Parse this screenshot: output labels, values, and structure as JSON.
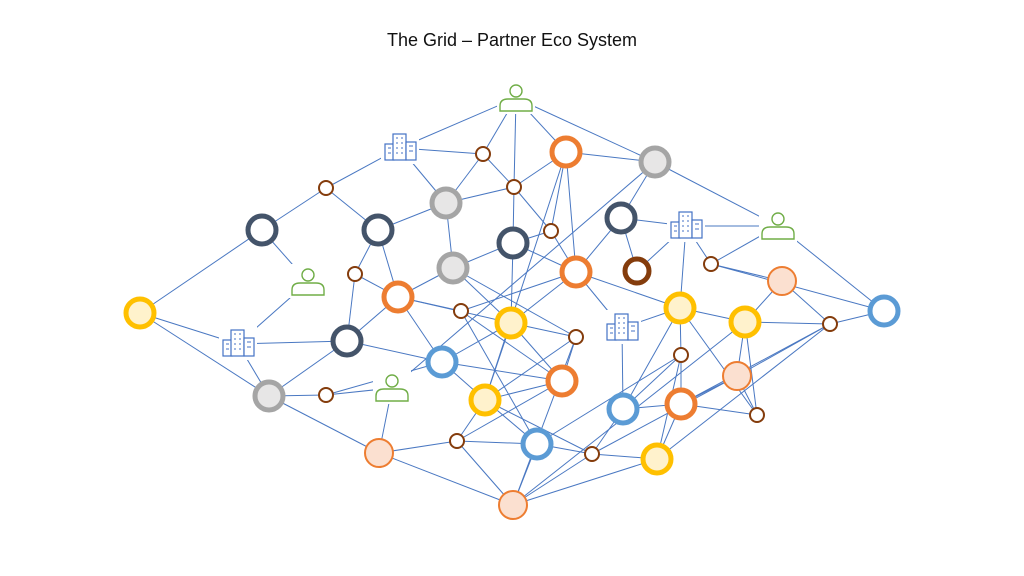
{
  "title": "The Grid – Partner Eco System",
  "colors": {
    "edge": "#4a78c2",
    "person": "#70ad47",
    "building": "#4472c4",
    "navy": "#44546a",
    "gray": "#a5a5a5",
    "gray_fill": "#e7e6e6",
    "orange": "#ed7d31",
    "orange_light_fill": "#fbe0d0",
    "yellow": "#ffc000",
    "yellow_fill": "#fff2cc",
    "blue": "#5b9bd5",
    "brown": "#843c0c",
    "white": "#ffffff"
  },
  "node_styles": {
    "navy-ring": {
      "stroke": "navy",
      "fill": "white"
    },
    "gray-ring": {
      "stroke": "gray",
      "fill": "gray_fill"
    },
    "orange-ring": {
      "stroke": "orange",
      "fill": "white"
    },
    "orange-filled": {
      "stroke": "orange",
      "fill": "orange_light_fill"
    },
    "yellow-ring": {
      "stroke": "yellow",
      "fill": "yellow_fill"
    },
    "blue-ring": {
      "stroke": "blue",
      "fill": "white"
    },
    "brown-ring": {
      "stroke": "brown",
      "fill": "white"
    },
    "brown-small": {
      "stroke": "brown",
      "fill": "white"
    }
  },
  "nodes": [
    {
      "id": "p1",
      "icon": "person-icon"
    },
    {
      "id": "p2",
      "icon": "person-icon"
    },
    {
      "id": "p3",
      "icon": "person-icon"
    },
    {
      "id": "p4",
      "icon": "person-icon"
    },
    {
      "id": "b1",
      "icon": "building-icon"
    },
    {
      "id": "b2",
      "icon": "building-icon"
    },
    {
      "id": "b3",
      "icon": "building-icon"
    },
    {
      "id": "b4",
      "icon": "building-icon"
    },
    {
      "id": "n1",
      "style": "navy-ring"
    },
    {
      "id": "n2",
      "style": "navy-ring"
    },
    {
      "id": "n3",
      "style": "navy-ring"
    },
    {
      "id": "n4",
      "style": "navy-ring"
    },
    {
      "id": "n5",
      "style": "navy-ring"
    },
    {
      "id": "g1",
      "style": "gray-ring"
    },
    {
      "id": "g2",
      "style": "gray-ring"
    },
    {
      "id": "g3",
      "style": "gray-ring"
    },
    {
      "id": "g4",
      "style": "gray-ring"
    },
    {
      "id": "o1",
      "style": "orange-ring"
    },
    {
      "id": "o2",
      "style": "orange-ring"
    },
    {
      "id": "o3",
      "style": "orange-ring"
    },
    {
      "id": "o4",
      "style": "orange-ring"
    },
    {
      "id": "o5",
      "style": "orange-ring"
    },
    {
      "id": "of1",
      "style": "orange-filled"
    },
    {
      "id": "of2",
      "style": "orange-filled"
    },
    {
      "id": "of3",
      "style": "orange-filled"
    },
    {
      "id": "of4",
      "style": "orange-filled"
    },
    {
      "id": "y1",
      "style": "yellow-ring"
    },
    {
      "id": "y2",
      "style": "yellow-ring"
    },
    {
      "id": "y3",
      "style": "yellow-ring"
    },
    {
      "id": "y4",
      "style": "yellow-ring"
    },
    {
      "id": "y5",
      "style": "yellow-ring"
    },
    {
      "id": "y6",
      "style": "yellow-ring"
    },
    {
      "id": "bl1",
      "style": "blue-ring"
    },
    {
      "id": "bl2",
      "style": "blue-ring"
    },
    {
      "id": "bl3",
      "style": "blue-ring"
    },
    {
      "id": "bl4",
      "style": "blue-ring"
    },
    {
      "id": "br1",
      "style": "brown-ring"
    },
    {
      "id": "s1",
      "style": "brown-small"
    },
    {
      "id": "s2",
      "style": "brown-small"
    },
    {
      "id": "s3",
      "style": "brown-small"
    },
    {
      "id": "s4",
      "style": "brown-small"
    },
    {
      "id": "s5",
      "style": "brown-small"
    },
    {
      "id": "s6",
      "style": "brown-small"
    },
    {
      "id": "s7",
      "style": "brown-small"
    },
    {
      "id": "s8",
      "style": "brown-small"
    },
    {
      "id": "s9",
      "style": "brown-small"
    },
    {
      "id": "s10",
      "style": "brown-small"
    },
    {
      "id": "s11",
      "style": "brown-small"
    },
    {
      "id": "s12",
      "style": "brown-small"
    },
    {
      "id": "s13",
      "style": "brown-small"
    },
    {
      "id": "s14",
      "style": "brown-small"
    }
  ],
  "edges": [
    [
      "y1",
      "n1"
    ],
    [
      "y1",
      "b1"
    ],
    [
      "y1",
      "g1"
    ],
    [
      "n1",
      "s1"
    ],
    [
      "n1",
      "p2"
    ],
    [
      "s1",
      "b2"
    ],
    [
      "s1",
      "n2"
    ],
    [
      "b2",
      "p1"
    ],
    [
      "b2",
      "s2"
    ],
    [
      "b2",
      "g2"
    ],
    [
      "p1",
      "o1"
    ],
    [
      "p1",
      "s3"
    ],
    [
      "p1",
      "g3"
    ],
    [
      "p1",
      "s2"
    ],
    [
      "n2",
      "s6"
    ],
    [
      "n2",
      "o3"
    ],
    [
      "n2",
      "g2"
    ],
    [
      "s2",
      "g2"
    ],
    [
      "s2",
      "s3"
    ],
    [
      "g2",
      "g4"
    ],
    [
      "g2",
      "s3"
    ],
    [
      "s3",
      "n3"
    ],
    [
      "s3",
      "s4"
    ],
    [
      "s3",
      "o1"
    ],
    [
      "o1",
      "s4"
    ],
    [
      "o1",
      "y3"
    ],
    [
      "o1",
      "o2"
    ],
    [
      "o1",
      "g3"
    ],
    [
      "g3",
      "n4"
    ],
    [
      "g3",
      "p4"
    ],
    [
      "g3",
      "p3"
    ],
    [
      "n4",
      "b3"
    ],
    [
      "n4",
      "br1"
    ],
    [
      "n4",
      "o2"
    ],
    [
      "b3",
      "br1"
    ],
    [
      "b3",
      "p3"
    ],
    [
      "b3",
      "s12"
    ],
    [
      "b3",
      "y4"
    ],
    [
      "p3",
      "bl4"
    ],
    [
      "p3",
      "s12"
    ],
    [
      "s12",
      "of1"
    ],
    [
      "of1",
      "y5"
    ],
    [
      "of1",
      "s14"
    ],
    [
      "s4",
      "n3"
    ],
    [
      "s4",
      "o2"
    ],
    [
      "n3",
      "o2"
    ],
    [
      "n3",
      "y2"
    ],
    [
      "n3",
      "g4"
    ],
    [
      "g4",
      "y2"
    ],
    [
      "g4",
      "o3"
    ],
    [
      "o2",
      "y2"
    ],
    [
      "o2",
      "y4"
    ],
    [
      "o2",
      "s7"
    ],
    [
      "o2",
      "b4"
    ],
    [
      "s6",
      "o3"
    ],
    [
      "s6",
      "n5"
    ],
    [
      "n5",
      "g1"
    ],
    [
      "n5",
      "bl1"
    ],
    [
      "n5",
      "b1"
    ],
    [
      "n5",
      "o3"
    ],
    [
      "b1",
      "g1"
    ],
    [
      "b1",
      "p2"
    ],
    [
      "o3",
      "s7"
    ],
    [
      "o3",
      "bl1"
    ],
    [
      "o3",
      "y2"
    ],
    [
      "y2",
      "s8"
    ],
    [
      "y2",
      "y3"
    ],
    [
      "y2",
      "o4"
    ],
    [
      "y2",
      "bl1"
    ],
    [
      "s7",
      "o4"
    ],
    [
      "s7",
      "bl2"
    ],
    [
      "bl1",
      "y3"
    ],
    [
      "bl1",
      "s5"
    ],
    [
      "g1",
      "s5"
    ],
    [
      "g1",
      "of2"
    ],
    [
      "s5",
      "p4"
    ],
    [
      "p4",
      "of2"
    ],
    [
      "of2",
      "s9"
    ],
    [
      "of2",
      "of3"
    ],
    [
      "s9",
      "y3"
    ],
    [
      "s9",
      "of3"
    ],
    [
      "s9",
      "bl2"
    ],
    [
      "y3",
      "s10"
    ],
    [
      "y3",
      "bl2"
    ],
    [
      "y3",
      "o4"
    ],
    [
      "of3",
      "bl2"
    ],
    [
      "of3",
      "s10"
    ],
    [
      "of3",
      "y5"
    ],
    [
      "bl2",
      "s10"
    ],
    [
      "bl2",
      "s11"
    ],
    [
      "s10",
      "y6"
    ],
    [
      "s10",
      "bl3"
    ],
    [
      "s10",
      "of4"
    ],
    [
      "b4",
      "bl3"
    ],
    [
      "b4",
      "y4"
    ],
    [
      "bl3",
      "y4"
    ],
    [
      "bl3",
      "s11"
    ],
    [
      "bl3",
      "o5"
    ],
    [
      "y4",
      "s11"
    ],
    [
      "y4",
      "y5"
    ],
    [
      "y4",
      "s13"
    ],
    [
      "s11",
      "o5"
    ],
    [
      "o5",
      "s13"
    ],
    [
      "o5",
      "y6"
    ],
    [
      "o5",
      "s14"
    ],
    [
      "o5",
      "of4"
    ],
    [
      "y5",
      "s13"
    ],
    [
      "y5",
      "of4"
    ],
    [
      "y5",
      "s14"
    ],
    [
      "s13",
      "of4"
    ],
    [
      "of4",
      "s14"
    ],
    [
      "y6",
      "s14"
    ],
    [
      "y6",
      "s11"
    ],
    [
      "s14",
      "bl4"
    ],
    [
      "bl4",
      "s12"
    ],
    [
      "o4",
      "bl1"
    ],
    [
      "o4",
      "s8"
    ],
    [
      "o4",
      "s9"
    ],
    [
      "s8",
      "y3"
    ],
    [
      "s8",
      "of3"
    ],
    [
      "s8",
      "g4"
    ],
    [
      "of3",
      "y6"
    ]
  ]
}
